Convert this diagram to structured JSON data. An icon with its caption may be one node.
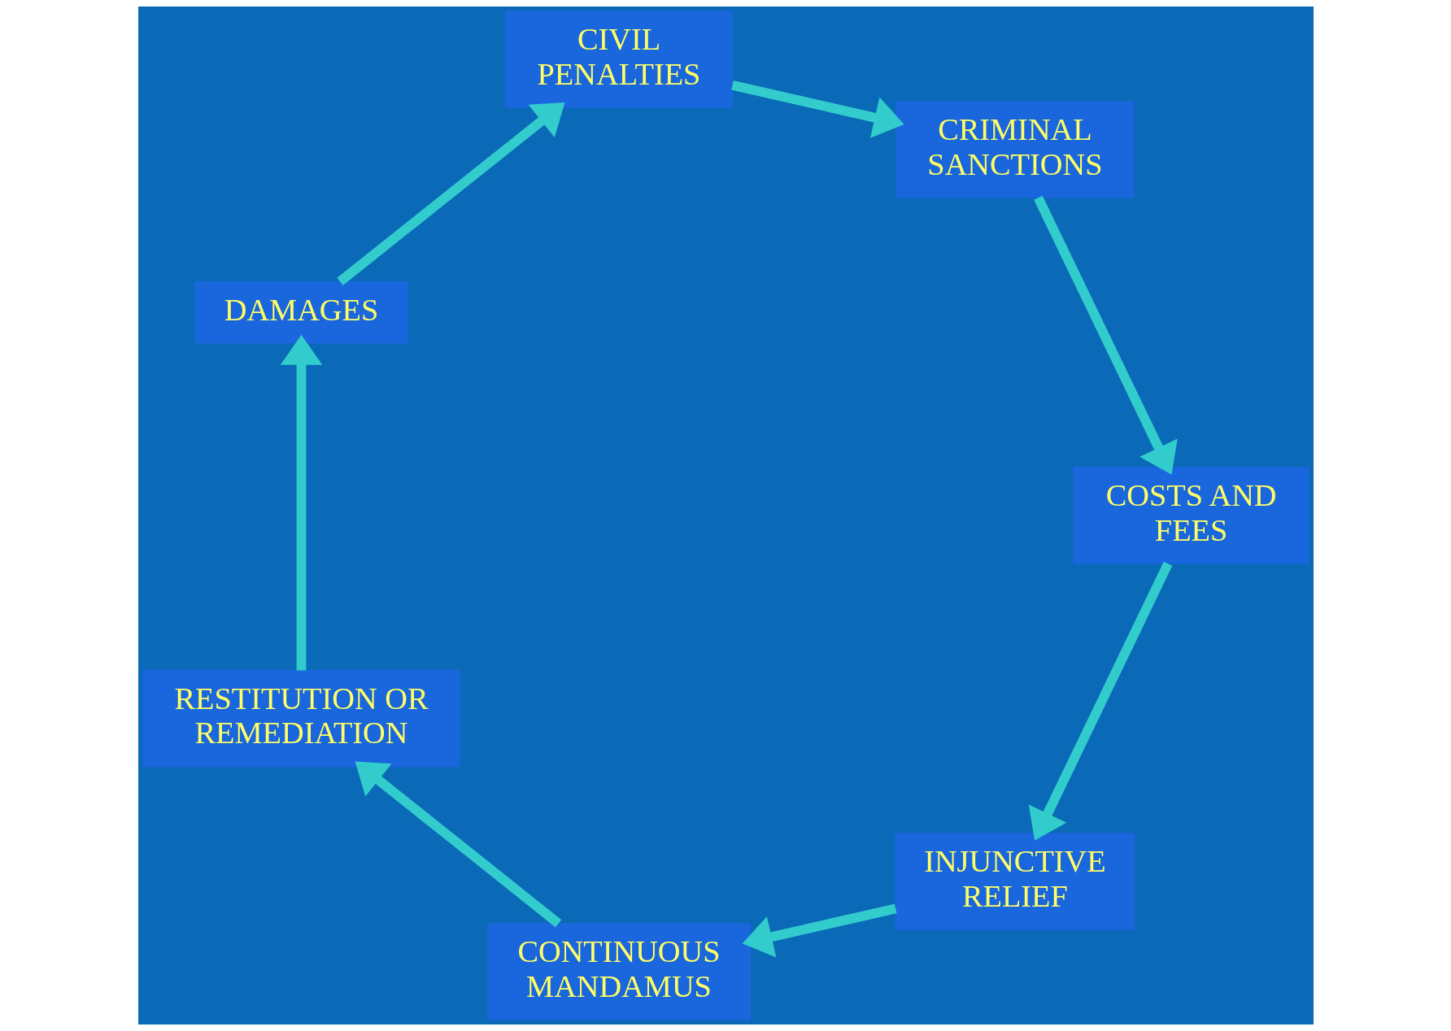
{
  "diagram": {
    "nodes": [
      {
        "text": [
          "INJUNCTIVE RELIEF"
        ]
      },
      {
        "text": [
          "COSTS AND FEES"
        ]
      },
      {
        "text": [
          "CONTINUOUS MANDAMUS"
        ]
      },
      {
        "text": [
          "CRIMINAL SANCTIONS"
        ]
      },
      {
        "text": [
          "RESTITUTION OR REMEDIATION"
        ]
      },
      {
        "text": [
          "CIVIL PENALTIES"
        ]
      },
      {
        "text": [
          "DAMAGES"
        ]
      }
    ],
    "edges": [
      {
        "from": 1,
        "to": 0,
        "arrow": "to"
      },
      {
        "from": 0,
        "to": 2,
        "arrow": "to"
      },
      {
        "from": 2,
        "to": 4,
        "arrow": "to"
      },
      {
        "from": 4,
        "to": 6,
        "arrow": "to"
      },
      {
        "from": 6,
        "to": 5,
        "arrow": "to"
      },
      {
        "from": 5,
        "to": 3,
        "arrow": "to"
      },
      {
        "from": 3,
        "to": 1,
        "arrow": "to"
      }
    ]
  }
}
